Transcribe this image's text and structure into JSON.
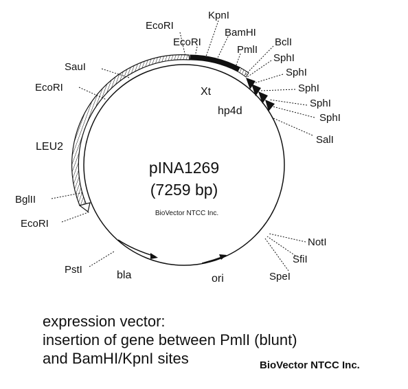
{
  "plasmid": {
    "name": "pINA1269",
    "size": "(7259 bp)",
    "watermark_center": "BioVector NTCC Inc."
  },
  "sites_top": [
    "EcoRI",
    "EcoRI",
    "KpnI",
    "BamHI",
    "PmlI",
    "BclI"
  ],
  "sites_right": [
    "SphI",
    "SphI",
    "SphI",
    "SphI",
    "SphI",
    "SalI",
    "NotI",
    "SfiI",
    "SpeI"
  ],
  "sites_left": [
    "SauI",
    "EcoRI",
    "BglII",
    "EcoRI",
    "PstI"
  ],
  "features": {
    "leu2": "LEU2",
    "xt": "Xt",
    "hp4d": "hp4d",
    "bla": "bla",
    "ori": "ori"
  },
  "caption": {
    "line1": "expression vector:",
    "line2": "insertion of gene between PmlI (blunt)",
    "line3": "and BamHI/KpnI sites"
  },
  "watermark_bottom": "BioVector NTCC Inc.",
  "colors": {
    "ink": "#111111",
    "background": "#ffffff"
  }
}
